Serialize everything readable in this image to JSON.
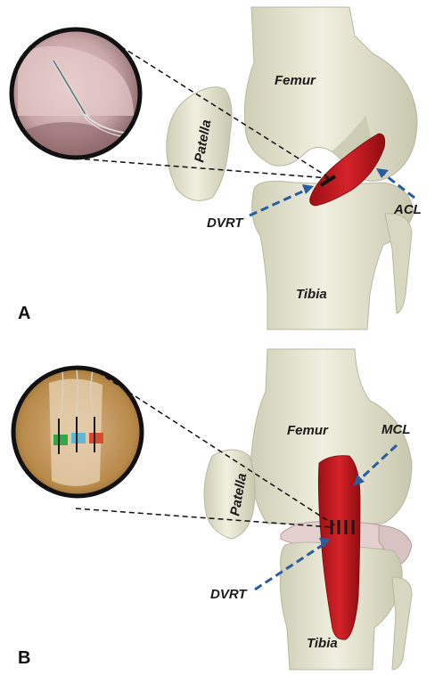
{
  "panel_a": {
    "panel_label": "A",
    "labels": {
      "femur": "Femur",
      "patella": "Patella",
      "tibia": "Tibia",
      "ligament": "ACL",
      "sensor": "DVRT"
    }
  },
  "panel_b": {
    "panel_label": "B",
    "labels": {
      "femur": "Femur",
      "patella": "Patella",
      "tibia": "Tibia",
      "ligament": "MCL",
      "sensor": "DVRT"
    }
  },
  "colors": {
    "bone": "#e9e8d6",
    "bone_shadow": "#c9c8b2",
    "ligament": "#c4161c",
    "arrow": "#2a5d9f",
    "meniscus": "#ddc9c9"
  }
}
